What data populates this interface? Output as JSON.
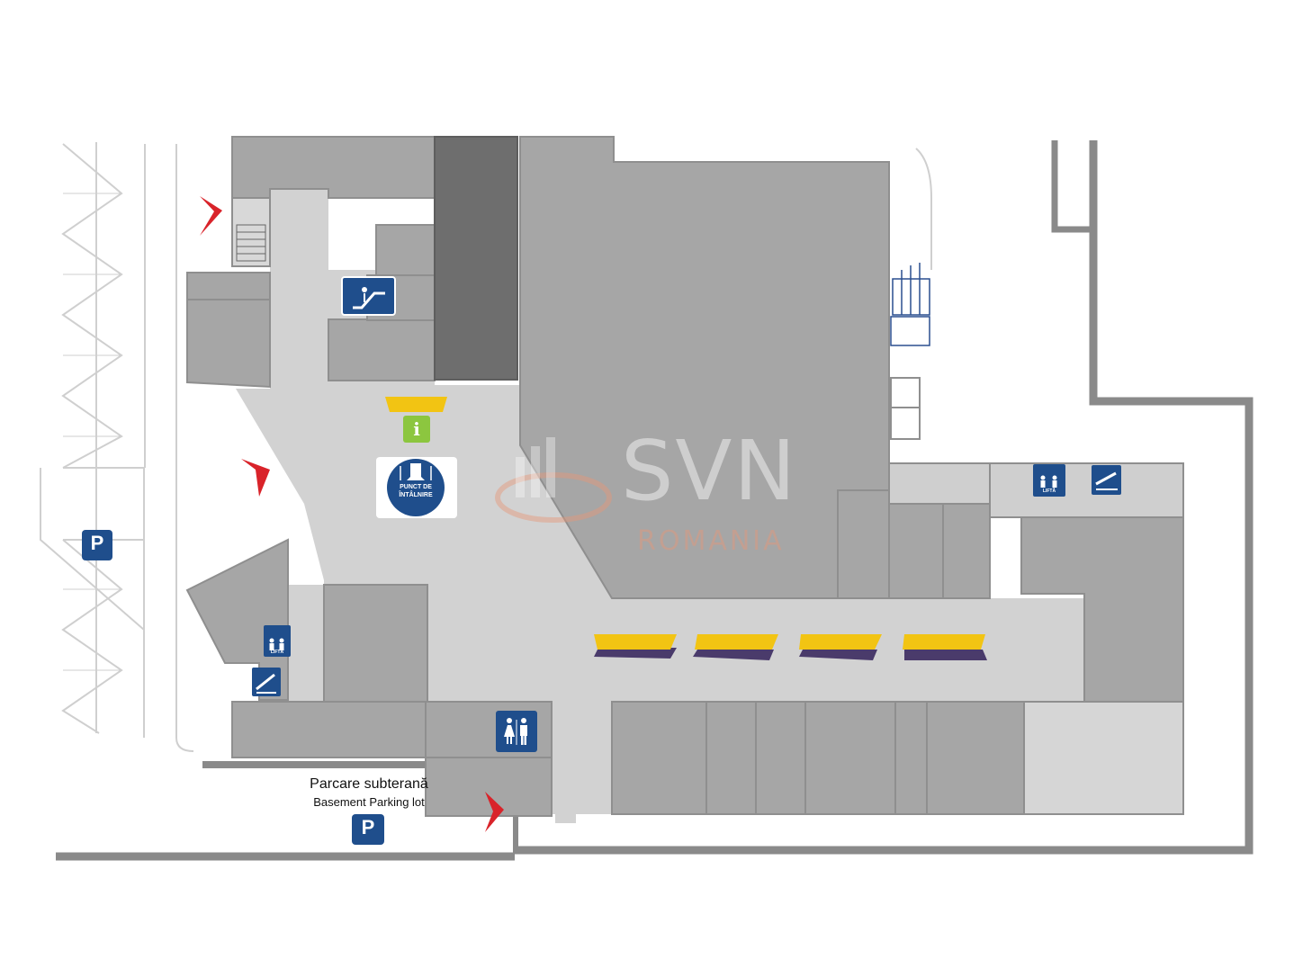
{
  "parking_underground": {
    "title": "Parcare subterană",
    "subtitle": "Basement Parking lot",
    "icon": "parking-icon",
    "letter": "P"
  },
  "parking_outdoor": {
    "icon": "parking-icon",
    "letter": "P"
  },
  "info_point": {
    "icon": "info-icon",
    "letter": "i",
    "color": "#8cc63f"
  },
  "meeting_point": {
    "icon": "meeting-point-icon",
    "label_line1": "PUNCT DE",
    "label_line2": "ÎNTÂLNIRE"
  },
  "lift_sign": {
    "icon": "elevator-icon",
    "label": "LIFTĂ"
  },
  "escalator_sign": {
    "icon": "escalator-icon"
  },
  "travelator_sign": {
    "icon": "travelator-icon"
  },
  "restroom_sign": {
    "icon": "restroom-icon"
  },
  "entrance_marker": {
    "icon": "entrance-arrow-icon",
    "color": "#d9232a"
  },
  "watermark": {
    "brand": "SVN",
    "sub": "ROMANIA"
  },
  "colors": {
    "corridor": "#d2d2d2",
    "unit": "#a6a6a6",
    "dark_unit": "#6e6e6e",
    "wall": "#8f8f8f",
    "sign_blue": "#1f4e8c",
    "kiosk_yellow": "#f2c413",
    "kiosk_shadow": "#4a3b6b"
  }
}
